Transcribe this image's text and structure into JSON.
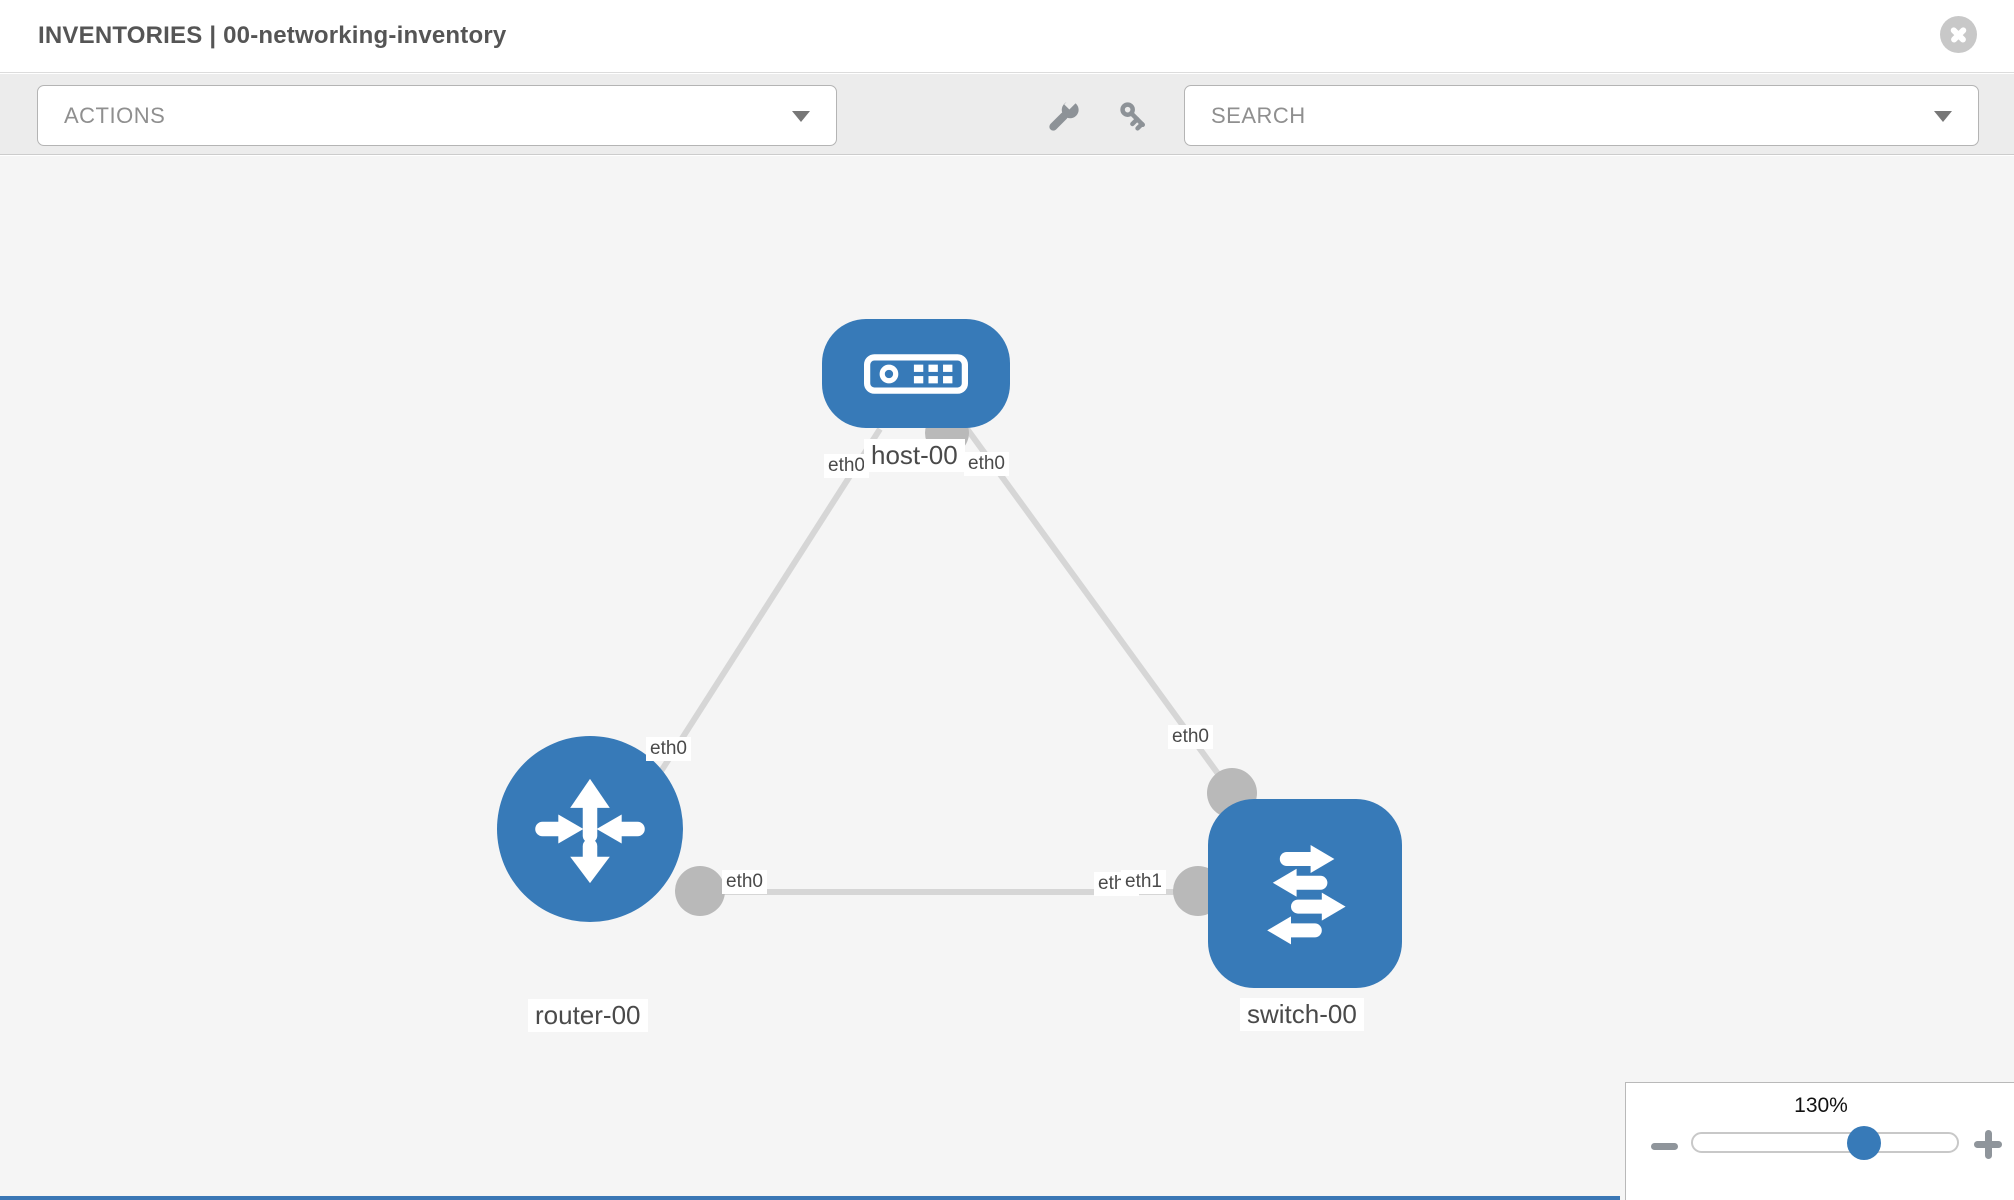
{
  "header": {
    "title": "INVENTORIES | 00-networking-inventory",
    "close_icon": "close-icon"
  },
  "toolbar": {
    "actions_value": "ACTIONS",
    "search_value": "SEARCH",
    "tool_icons": [
      "wrench-icon",
      "key-icon"
    ]
  },
  "topology": {
    "nodes": [
      {
        "id": "host-00",
        "type": "host",
        "label": "host-00"
      },
      {
        "id": "router-00",
        "type": "router",
        "label": "router-00"
      },
      {
        "id": "switch-00",
        "type": "switch",
        "label": "switch-00"
      }
    ],
    "links": [
      {
        "source": "host-00",
        "source_iface": "eth0",
        "target": "router-00",
        "target_iface": "eth0"
      },
      {
        "source": "host-00",
        "source_iface": "eth0",
        "target": "switch-00",
        "target_iface": "eth0"
      },
      {
        "source": "router-00",
        "source_iface": "eth0",
        "target": "switch-00",
        "target_iface": "eth1",
        "target_iface_occluded": "eth0"
      }
    ]
  },
  "zoom": {
    "level": "130%",
    "minus_icon": "minus-icon",
    "plus_icon": "plus-icon"
  },
  "colors": {
    "node_blue": "#377ab8",
    "link_gray": "#d6d6d6",
    "port_gray": "#b9b9b9",
    "canvas_bg": "#f5f5f5"
  }
}
